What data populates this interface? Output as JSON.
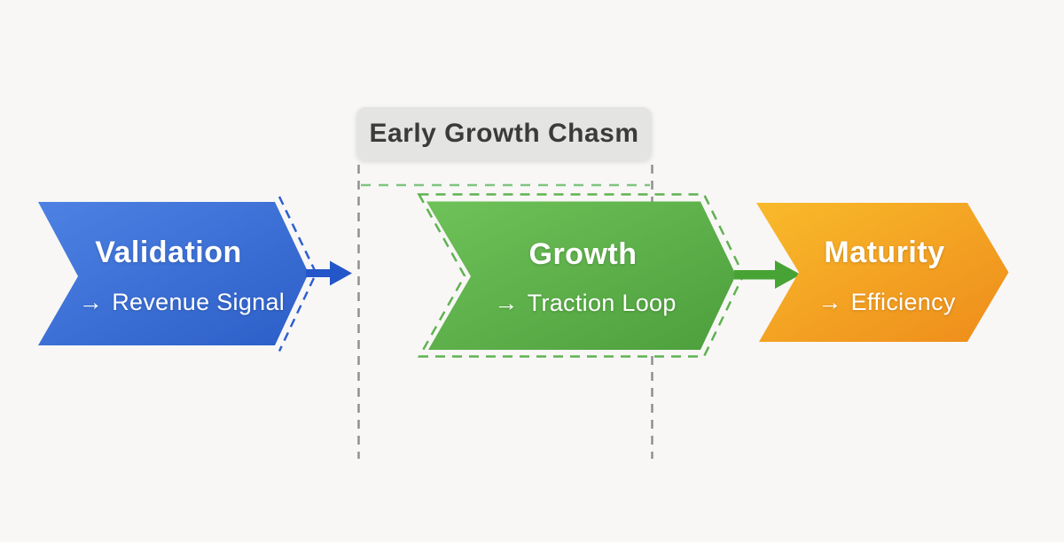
{
  "canvas": {
    "background": "#f8f7f6"
  },
  "chasm": {
    "label": "Early Growth Chasm",
    "label_bg": "#e4e4e3",
    "label_text_color": "#3b3b3b",
    "bracket_color": "#909090",
    "span_color": "#7fc57f"
  },
  "stages": [
    {
      "title": "Validation",
      "arrow": "→",
      "subtitle": "Revenue Signal",
      "gradient_start": "#4d82e3",
      "gradient_end": "#2c5ec8",
      "outline_color": "#2e5fd0"
    },
    {
      "title": "Growth",
      "arrow": "→",
      "subtitle": "Traction Loop",
      "gradient_start": "#6fc159",
      "gradient_end": "#4c9f3c",
      "outline_color": "#5fb350"
    },
    {
      "title": "Maturity",
      "arrow": "→",
      "subtitle": "Efficiency",
      "gradient_start": "#f9ba2b",
      "gradient_end": "#ee8c1b"
    }
  ],
  "connectors": [
    {
      "name": "validation-to-growth",
      "color": "#2356c8"
    },
    {
      "name": "growth-to-maturity",
      "color": "#48a335"
    }
  ],
  "text_color": "#ffffff"
}
